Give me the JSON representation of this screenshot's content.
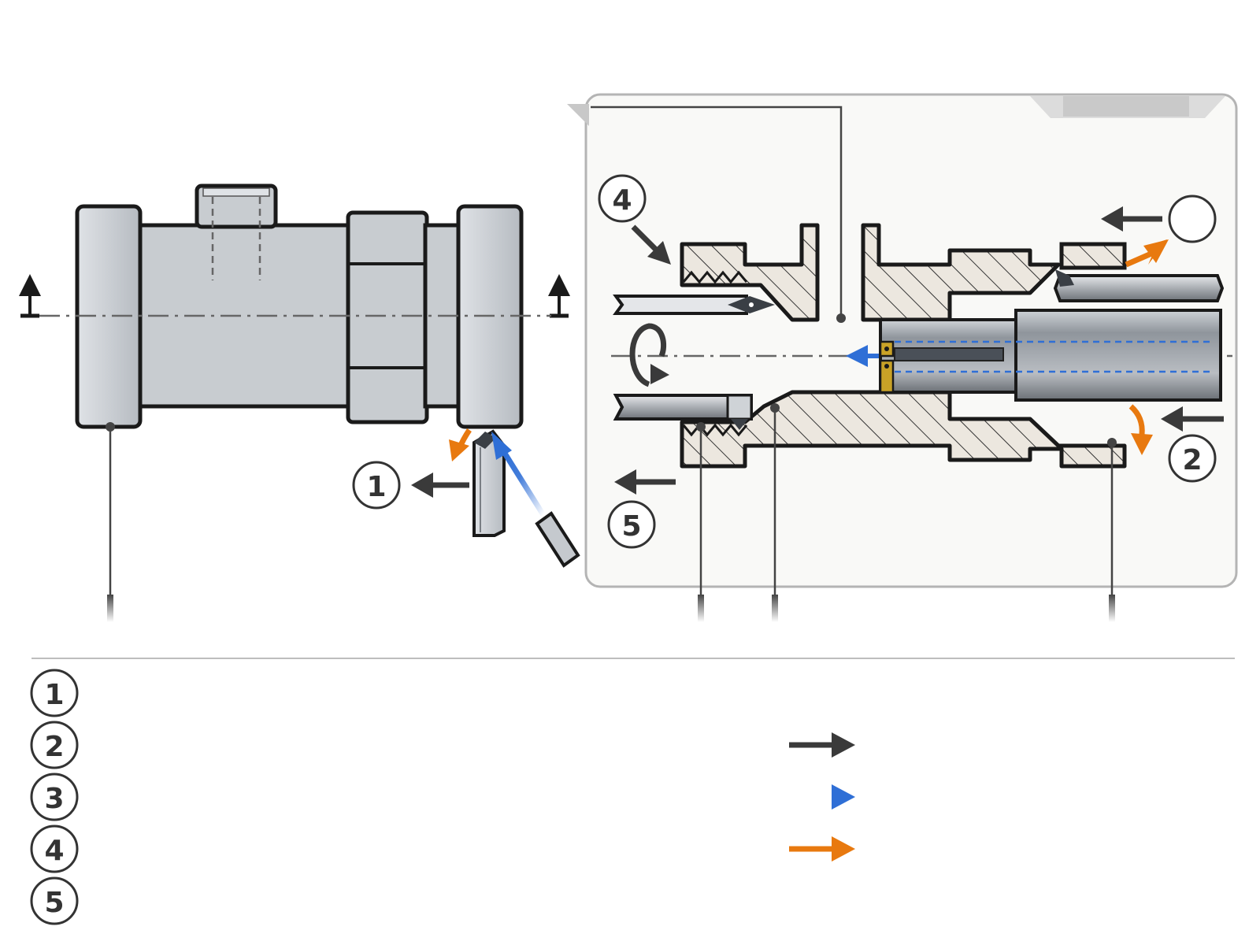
{
  "colors": {
    "outline": "#1a1a1a",
    "part_fill": "#c8ccd0",
    "hatch_fill": "#ece7df",
    "panel_fill": "#f9f9f7",
    "panel_border": "#b4b4b4",
    "dark_arrow": "#3a3a3a",
    "blue_arrow": "#2f6fd6",
    "orange_arrow": "#e8790f",
    "insert_gold": "#c9a227"
  },
  "icons": [
    "section-arrow-icon",
    "rotation-icon",
    "feed-arrow-icon",
    "coolant-arrow-icon",
    "chip-arrow-icon"
  ],
  "callouts": {
    "left_view": [
      "1"
    ],
    "right_view": [
      "4",
      "2",
      "5",
      ""
    ]
  },
  "legend": {
    "items": [
      {
        "number": "1"
      },
      {
        "number": "2"
      },
      {
        "number": "3"
      },
      {
        "number": "4"
      },
      {
        "number": "5"
      }
    ],
    "arrows": [
      {
        "icon": "feed-arrow-icon"
      },
      {
        "icon": "coolant-arrow-icon"
      },
      {
        "icon": "chip-arrow-icon"
      }
    ]
  }
}
